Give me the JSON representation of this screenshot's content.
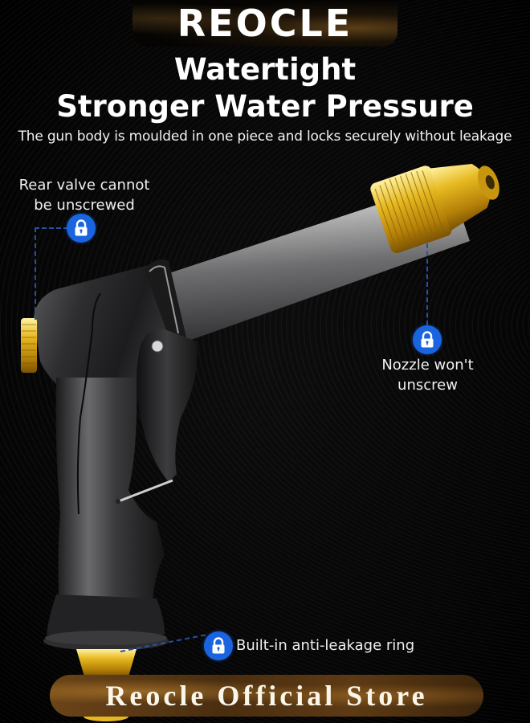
{
  "brand": {
    "logo_text": "REOCLE"
  },
  "headline": {
    "line1": "Watertight",
    "line2": "Stronger Water Pressure",
    "subtitle": "The gun body is moulded in one piece and locks securely without leakage"
  },
  "callouts": [
    {
      "id": "rear-valve",
      "line1": "Rear valve cannot",
      "line2": "be unscrewed",
      "icon": "lock-icon"
    },
    {
      "id": "nozzle",
      "line1": "Nozzle won't",
      "line2": "unscrew",
      "icon": "lock-icon"
    },
    {
      "id": "ring",
      "line1": "Built-in anti-leakage ring",
      "icon": "lock-icon"
    }
  ],
  "footer": {
    "store_label": "Reocle Official Store"
  },
  "colors": {
    "background": "#000000",
    "lock_blue": "#1a64e0",
    "gold": "#d4a017",
    "gunmetal": "#3a3a3c",
    "banner_brown": "#5a3814"
  }
}
